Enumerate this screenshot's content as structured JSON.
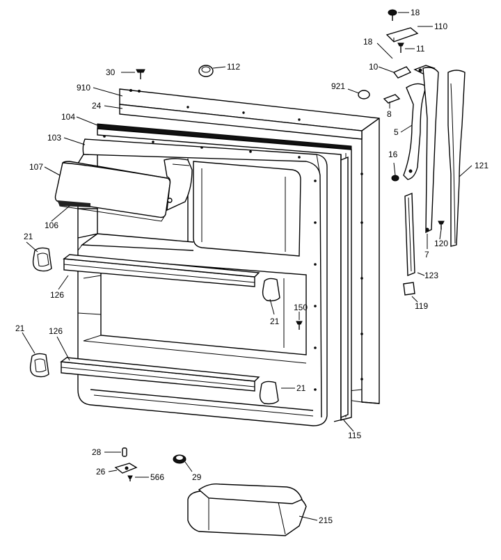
{
  "callouts": {
    "c18a": "18",
    "c110": "110",
    "c18b": "18",
    "c11": "11",
    "c10": "10",
    "c30": "30",
    "c112": "112",
    "c910": "910",
    "c921": "921",
    "c24": "24",
    "c8": "8",
    "c104": "104",
    "c5": "5",
    "c103": "103",
    "c16": "16",
    "c121": "121",
    "c107": "107",
    "c106": "106",
    "c7": "7",
    "c120": "120",
    "c21a": "21",
    "c123": "123",
    "c126a": "126",
    "c119": "119",
    "c150": "150",
    "c21b": "21",
    "c21c": "21",
    "c126b": "126",
    "c21d": "21",
    "c115": "115",
    "c28": "28",
    "c26": "26",
    "c566": "566",
    "c29": "29",
    "c215": "215"
  }
}
